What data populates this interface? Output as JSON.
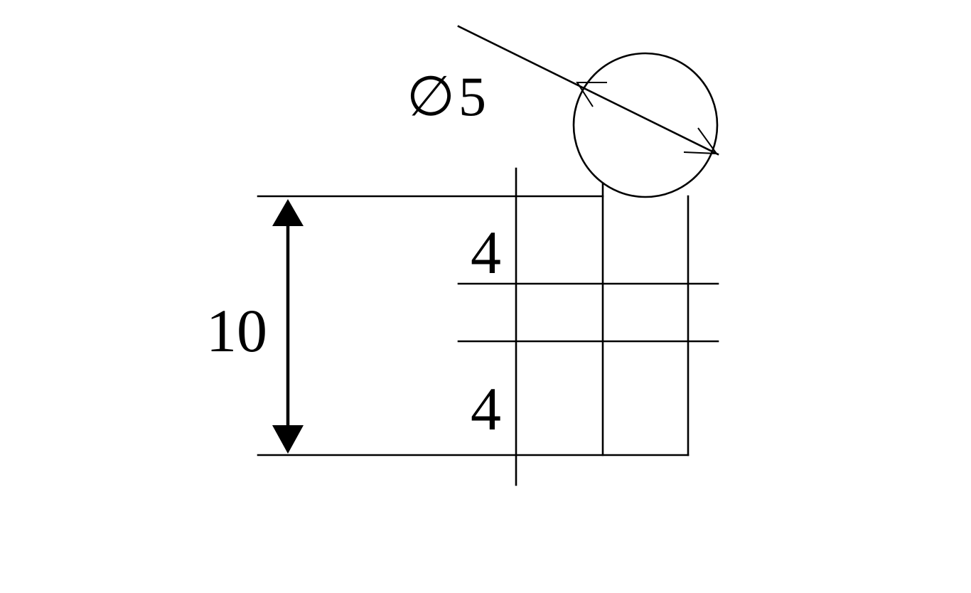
{
  "colors": {
    "ink": "#000000",
    "background": "#ffffff"
  },
  "labels": {
    "diameter_symbol": "∅",
    "diameter_value": "5",
    "overall_height": "10",
    "upper_segment": "4",
    "lower_segment": "4"
  }
}
